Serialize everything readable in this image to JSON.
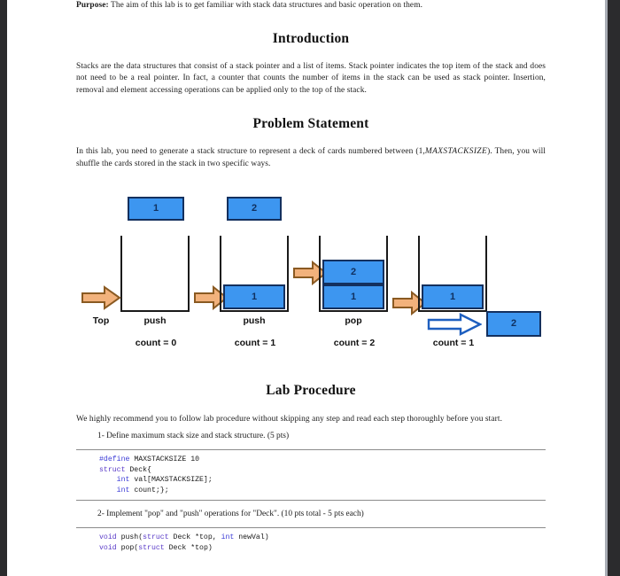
{
  "document": {
    "purpose_label": "Purpose:",
    "purpose_text": "The aim of this lab is to get familiar with stack data structures and basic operation on them.",
    "sections": {
      "introduction": {
        "heading": "Introduction",
        "paragraph": "Stacks are the data structures that consist of a stack pointer and a list of items. Stack pointer indicates the top item of the stack and does not need to be a real pointer. In fact, a counter that counts the number of items in the stack can be used as stack pointer. Insertion, removal and element accessing operations can be applied only to the top of the stack."
      },
      "problem_statement": {
        "heading": "Problem Statement",
        "paragraph_part1": "In this lab, you need to generate a stack structure to represent a deck of cards numbered between",
        "paragraph_part2": "(1,",
        "math_term": "MAXSTACKSIZE",
        "paragraph_part3": "). Then, you will shuffle the cards stored in the stack in two specific ways."
      },
      "lab_procedure": {
        "heading": "Lab Procedure",
        "paragraph": "We highly recommend you to follow lab procedure without skipping any step and read each step thoroughly before you start.",
        "steps": [
          {
            "label": "1- Define maximum stack size and stack structure. (5 pts)",
            "code_lines": [
              "#define MAXSTACKSIZE 10",
              "struct Deck{",
              "    int val[MAXSTACKSIZE];",
              "    int count;};"
            ]
          },
          {
            "label": "2- Implement \"pop\" and \"push\" operations for \"Deck\". (10 pts total - 5 pts each)",
            "code_lines": [
              "void push(struct Deck *top, int newVal)",
              "void pop(struct Deck *top)"
            ]
          }
        ]
      }
    }
  },
  "diagram": {
    "name": "stack-push-pop-illustration",
    "top_label": "Top",
    "colors": {
      "card_fill": "#3d96f0",
      "card_border": "#14305e",
      "orange_arrow_fill": "#f2b27c",
      "orange_arrow_border": "#8a5a22",
      "blue_arrow_fill": "#ffffff",
      "blue_arrow_border": "#1e5fbf",
      "wall_stroke": "#1a1a1a"
    },
    "stages": [
      {
        "operation": "push",
        "count_label": "count = 0",
        "incoming_card": "1",
        "cards_in_stack": []
      },
      {
        "operation": "push",
        "count_label": "count = 1",
        "incoming_card": "2",
        "cards_in_stack": [
          "1"
        ]
      },
      {
        "operation": "pop",
        "count_label": "count = 2",
        "incoming_card": null,
        "cards_in_stack": [
          "2",
          "1"
        ]
      },
      {
        "operation": "",
        "count_label": "count = 1",
        "incoming_card": null,
        "cards_in_stack": [
          "1"
        ],
        "popped_card": "2"
      }
    ]
  }
}
